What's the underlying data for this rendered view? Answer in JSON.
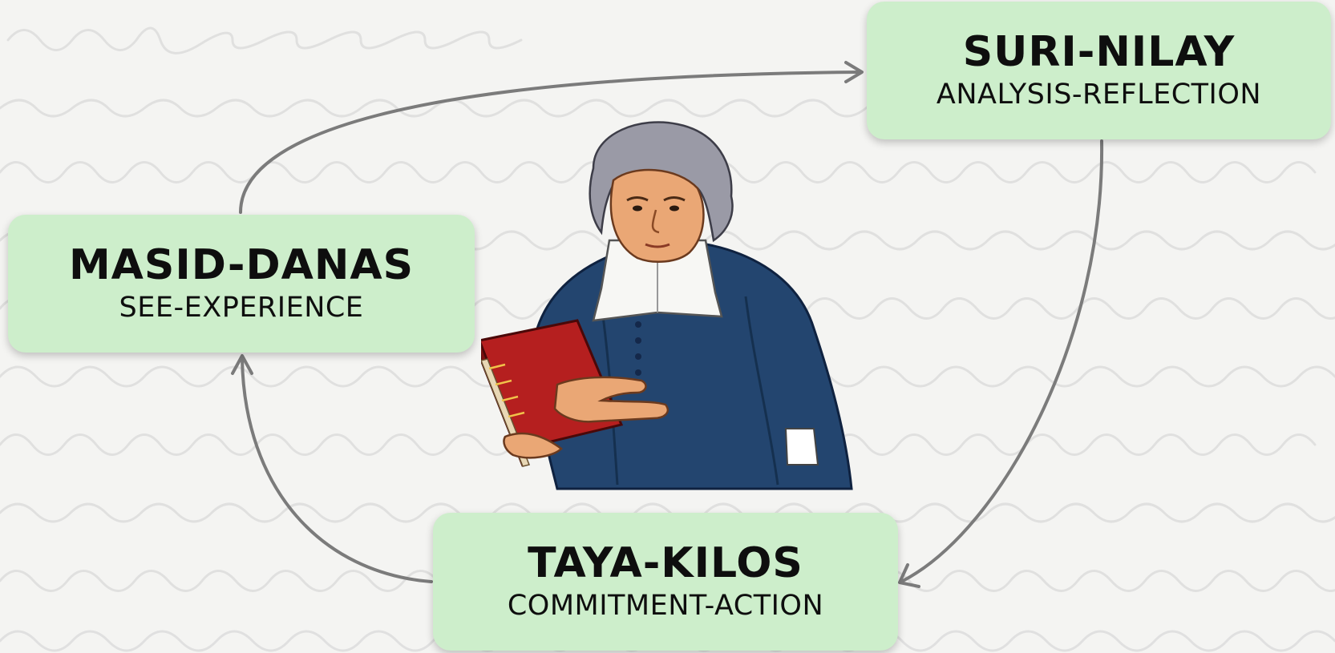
{
  "diagram": {
    "nodes": {
      "suri": {
        "title": "SURI-NILAY",
        "subtitle": "ANALYSIS-REFLECTION"
      },
      "masid": {
        "title": "MASID-DANAS",
        "subtitle": "SEE-EXPERIENCE"
      },
      "taya": {
        "title": "TAYA-KILOS",
        "subtitle": "COMMITMENT-ACTION"
      }
    },
    "edges": [
      {
        "from": "masid",
        "to": "suri"
      },
      {
        "from": "suri",
        "to": "taya"
      },
      {
        "from": "taya",
        "to": "masid"
      }
    ]
  },
  "colors": {
    "box_fill": "#cdeecb",
    "arrow": "#7b7b7b",
    "background": "#f4f4f2",
    "robe": "#23456f",
    "book": "#b51f1f"
  },
  "icons": {
    "figure": "portrait-of-man-holding-red-book-icon"
  }
}
